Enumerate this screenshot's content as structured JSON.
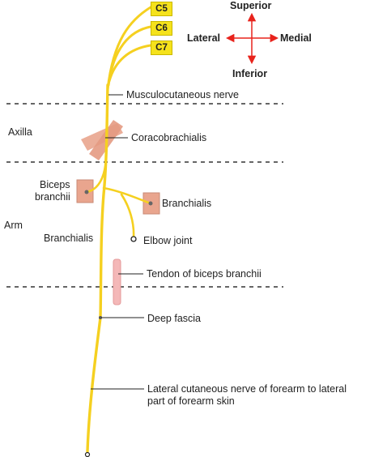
{
  "roots": [
    "C5",
    "C6",
    "C7"
  ],
  "orientation": {
    "superior": "Superior",
    "inferior": "Inferior",
    "lateral": "Lateral",
    "medial": "Medial"
  },
  "regions": {
    "axilla": "Axilla",
    "arm": "Arm"
  },
  "labels": {
    "musculocutaneous_nerve": "Musculocutaneous nerve",
    "coracobrachialis": "Coracobrachialis",
    "biceps_line1": "Biceps",
    "biceps_line2": "branchii",
    "branchialis_right": "Branchialis",
    "branchialis_left": "Branchialis",
    "elbow_joint": "Elbow joint",
    "tendon_biceps": "Tendon of biceps branchii",
    "deep_fascia": "Deep fascia",
    "lateral_cutaneous_line1": "Lateral cutaneous nerve of forearm to lateral",
    "lateral_cutaneous_line2": "part of forearm skin"
  },
  "colors": {
    "nerve": "#f5d020",
    "muscle": "#e9a58e",
    "tendon": "#f4b8b8",
    "arrow": "#e8231c",
    "divider": "#333333"
  }
}
